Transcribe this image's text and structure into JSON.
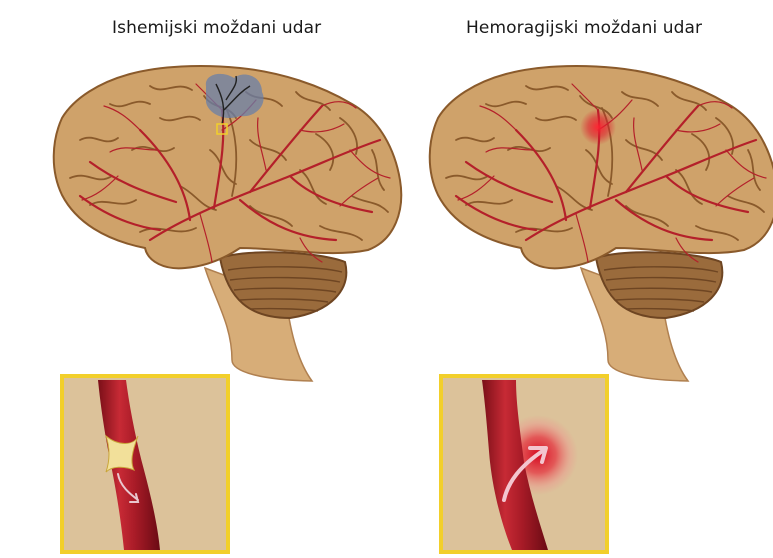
{
  "panels": {
    "ischemic": {
      "title": "Ishemijski moždani udar"
    },
    "hemorrhagic": {
      "title": "Hemoragijski moždani udar"
    }
  },
  "colors": {
    "brain": "#cfa26a",
    "brain_outline": "#8a5a2b",
    "sulci": "#8a5a2b",
    "artery": "#b4202a",
    "cerebellum": "#9a6b3c",
    "brainstem": "#d7ad78",
    "inset_border": "#f2cf2a",
    "inset_bg": "#dcc29a",
    "ischemic_zone": "#6a7fa8",
    "bleed": "#e0192b"
  },
  "icons": [
    "brain-illustration",
    "clot-icon",
    "flow-arrow-icon",
    "bleed-icon"
  ]
}
